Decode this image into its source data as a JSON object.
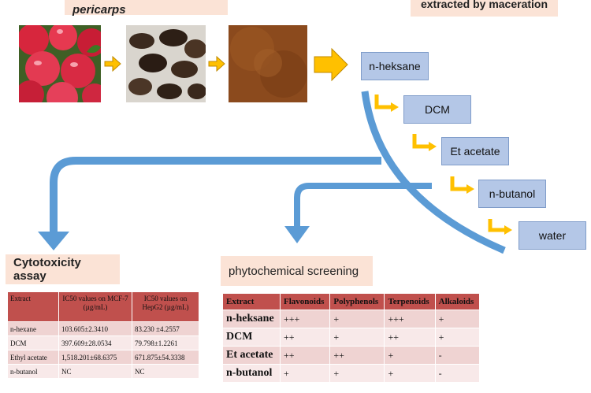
{
  "top": {
    "left_label": "Garcinia forbesii pericarps",
    "right_label": "extracted by maceration"
  },
  "solvents": [
    "n-heksane",
    "DCM",
    "Et acetate",
    "n-butanol",
    "water"
  ],
  "cytotoxicity": {
    "title": "Cytotoxicity assay",
    "headers": [
      "Extract",
      "IC50 values on MCF-7 (µg/mL)",
      "IC50 values on HepG2 (µg/mL)"
    ],
    "rows": [
      [
        "n-hexane",
        "103.605±2.3410",
        "83.230 ±4.2557"
      ],
      [
        "DCM",
        "397.609±28.0534",
        "79.798±1.2261"
      ],
      [
        "Ethyl acetate",
        "1,518.201±68.6375",
        "671.875±54.3338"
      ],
      [
        "n-butanol",
        "NC",
        "NC"
      ]
    ]
  },
  "phytochemical": {
    "title": "phytochemical screening",
    "headers": [
      "Extract",
      "Flavonoids",
      "Polyphenols",
      "Terpenoids",
      "Alkaloids"
    ],
    "rows": [
      [
        "n-heksane",
        "+++",
        "+",
        "+++",
        "+"
      ],
      [
        "DCM",
        "++",
        "+",
        "++",
        "+"
      ],
      [
        "Et acetate",
        "++",
        "++",
        "+",
        "-"
      ],
      [
        "n-butanol",
        "+",
        "+",
        "+",
        "-"
      ]
    ]
  },
  "colors": {
    "flow_arrow": "#5b9bd5",
    "step_arrow": "#ffc000",
    "solvent_box": "#b4c7e7",
    "label_bg": "#fbe3d6",
    "table_header": "#c0504d"
  }
}
